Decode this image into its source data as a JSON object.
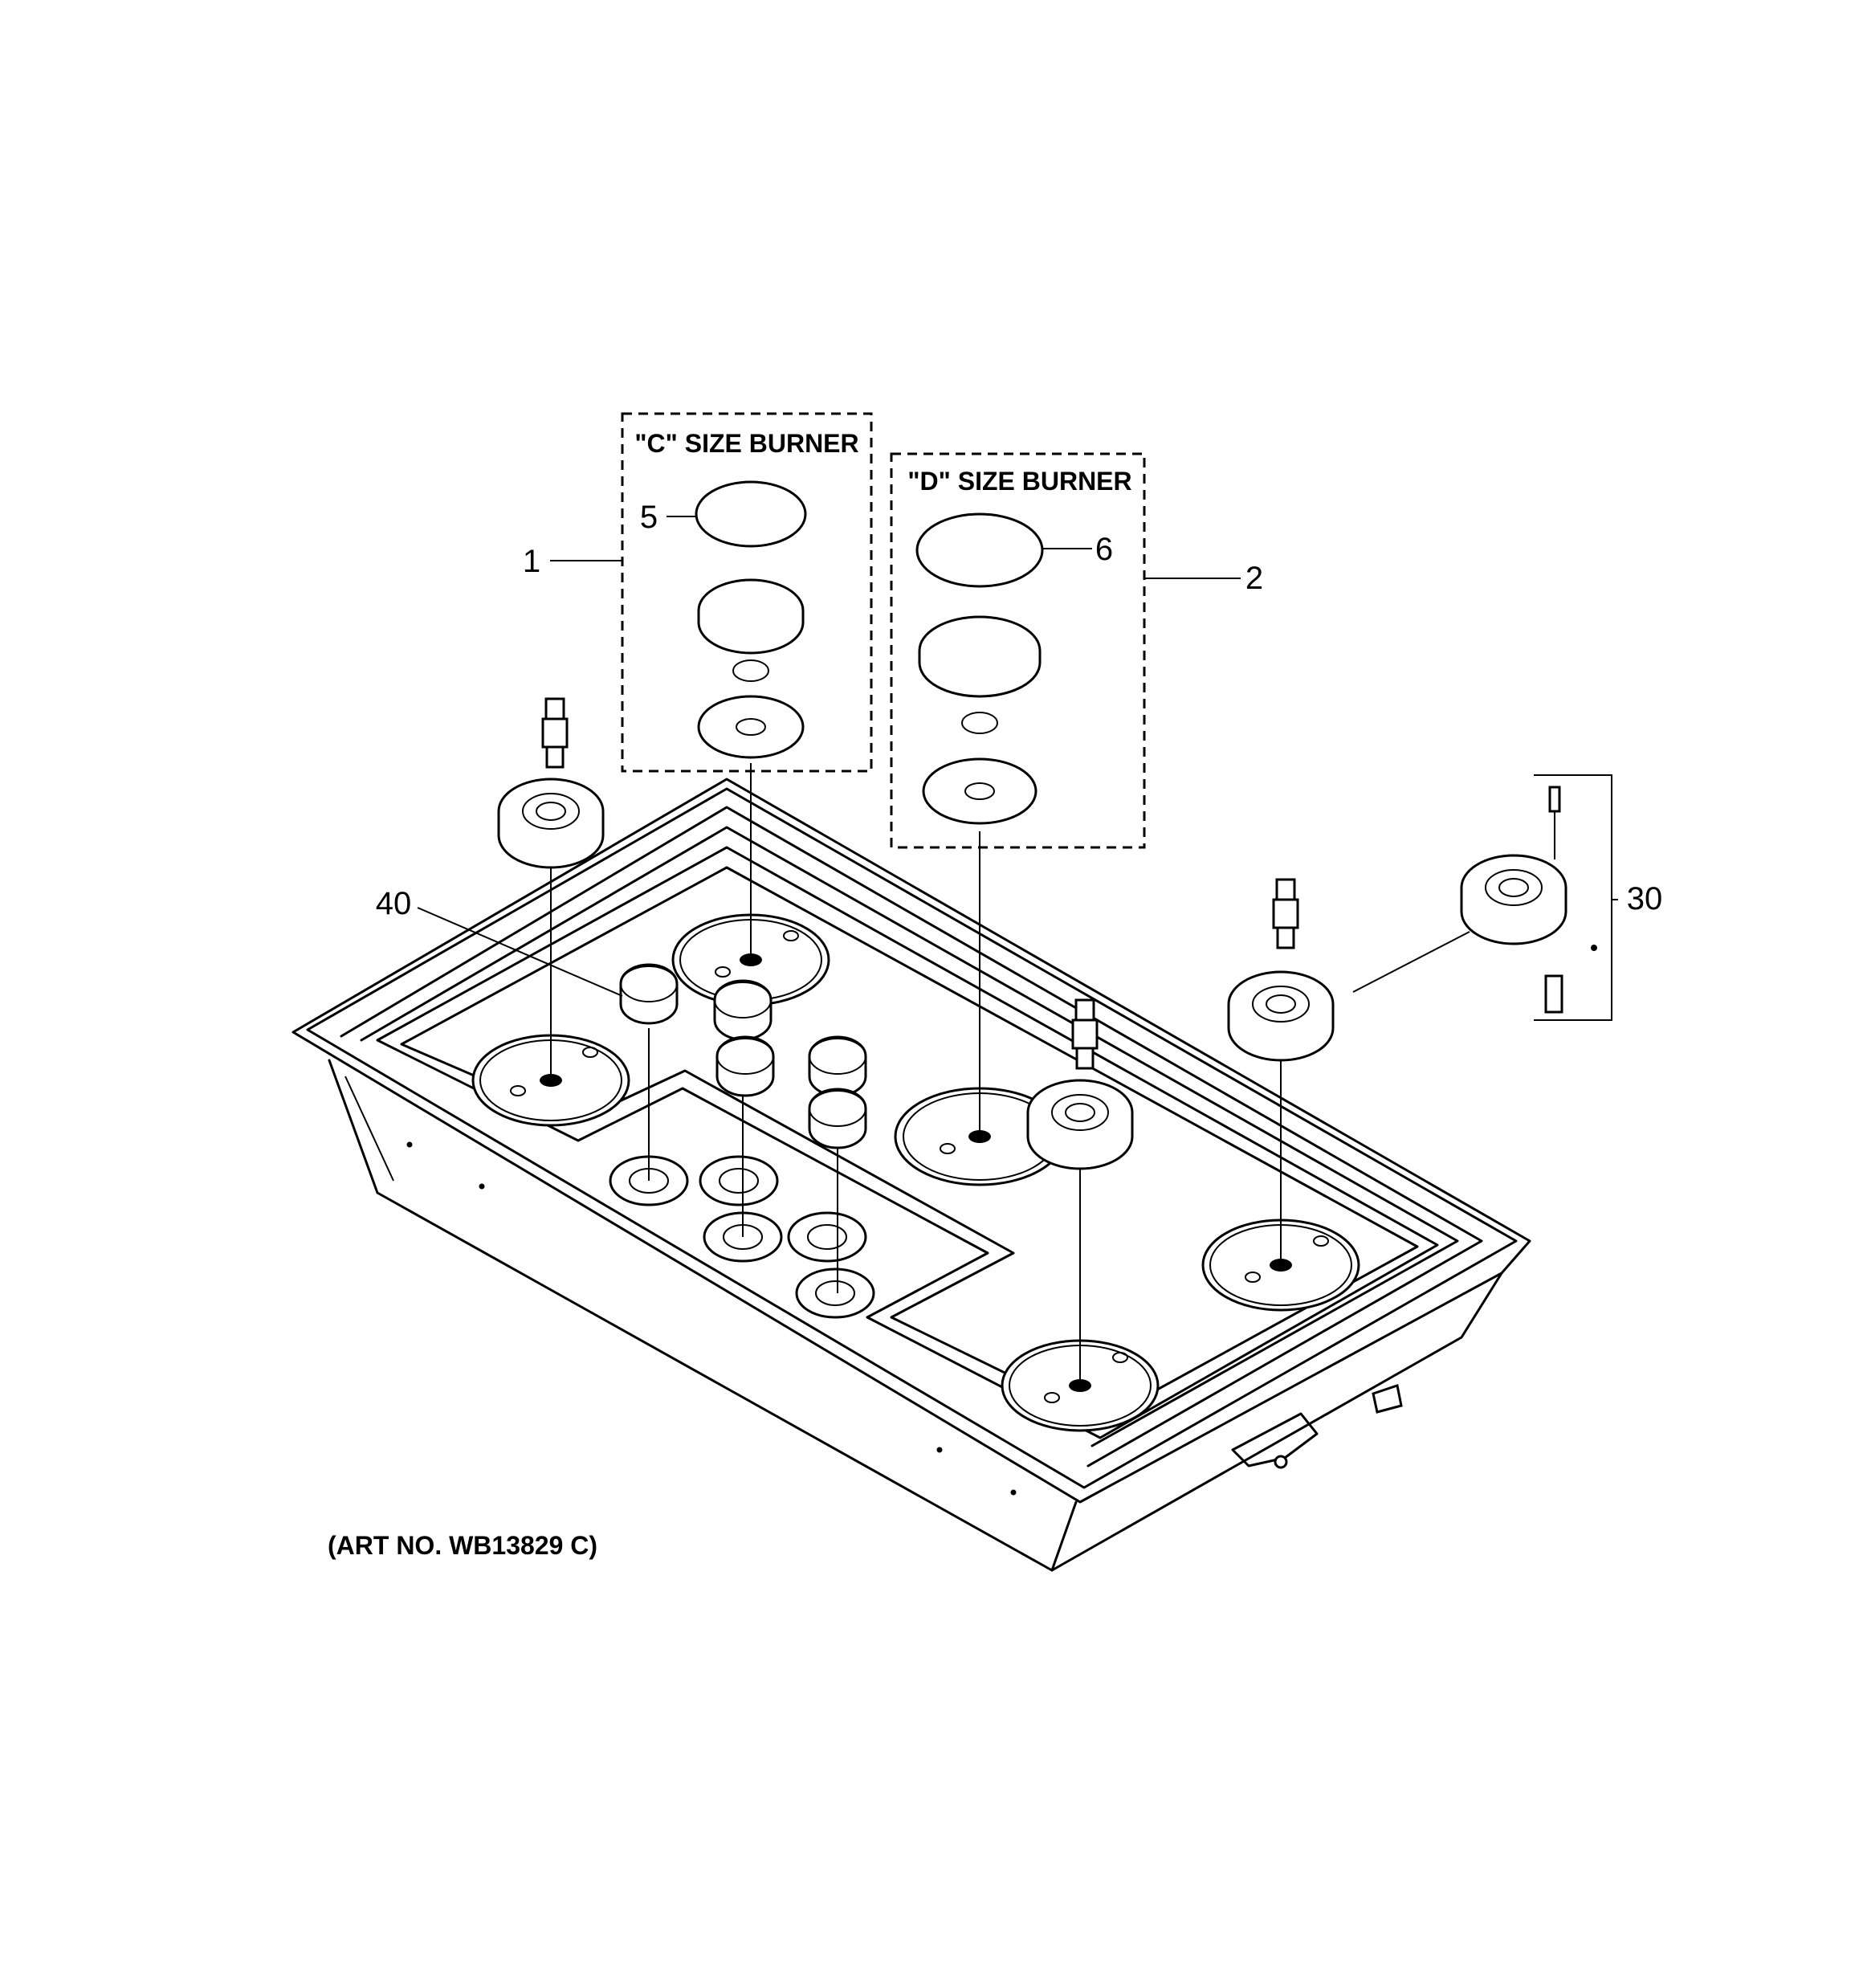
{
  "diagram": {
    "boxes": {
      "c_burner_title": "\"C\" SIZE BURNER",
      "d_burner_title": "\"D\" SIZE BURNER"
    },
    "callouts": {
      "c1": "1",
      "c2": "2",
      "c5": "5",
      "c6": "6",
      "c30": "30",
      "c40": "40"
    },
    "art_number": "(ART NO. WB13829 C)"
  }
}
